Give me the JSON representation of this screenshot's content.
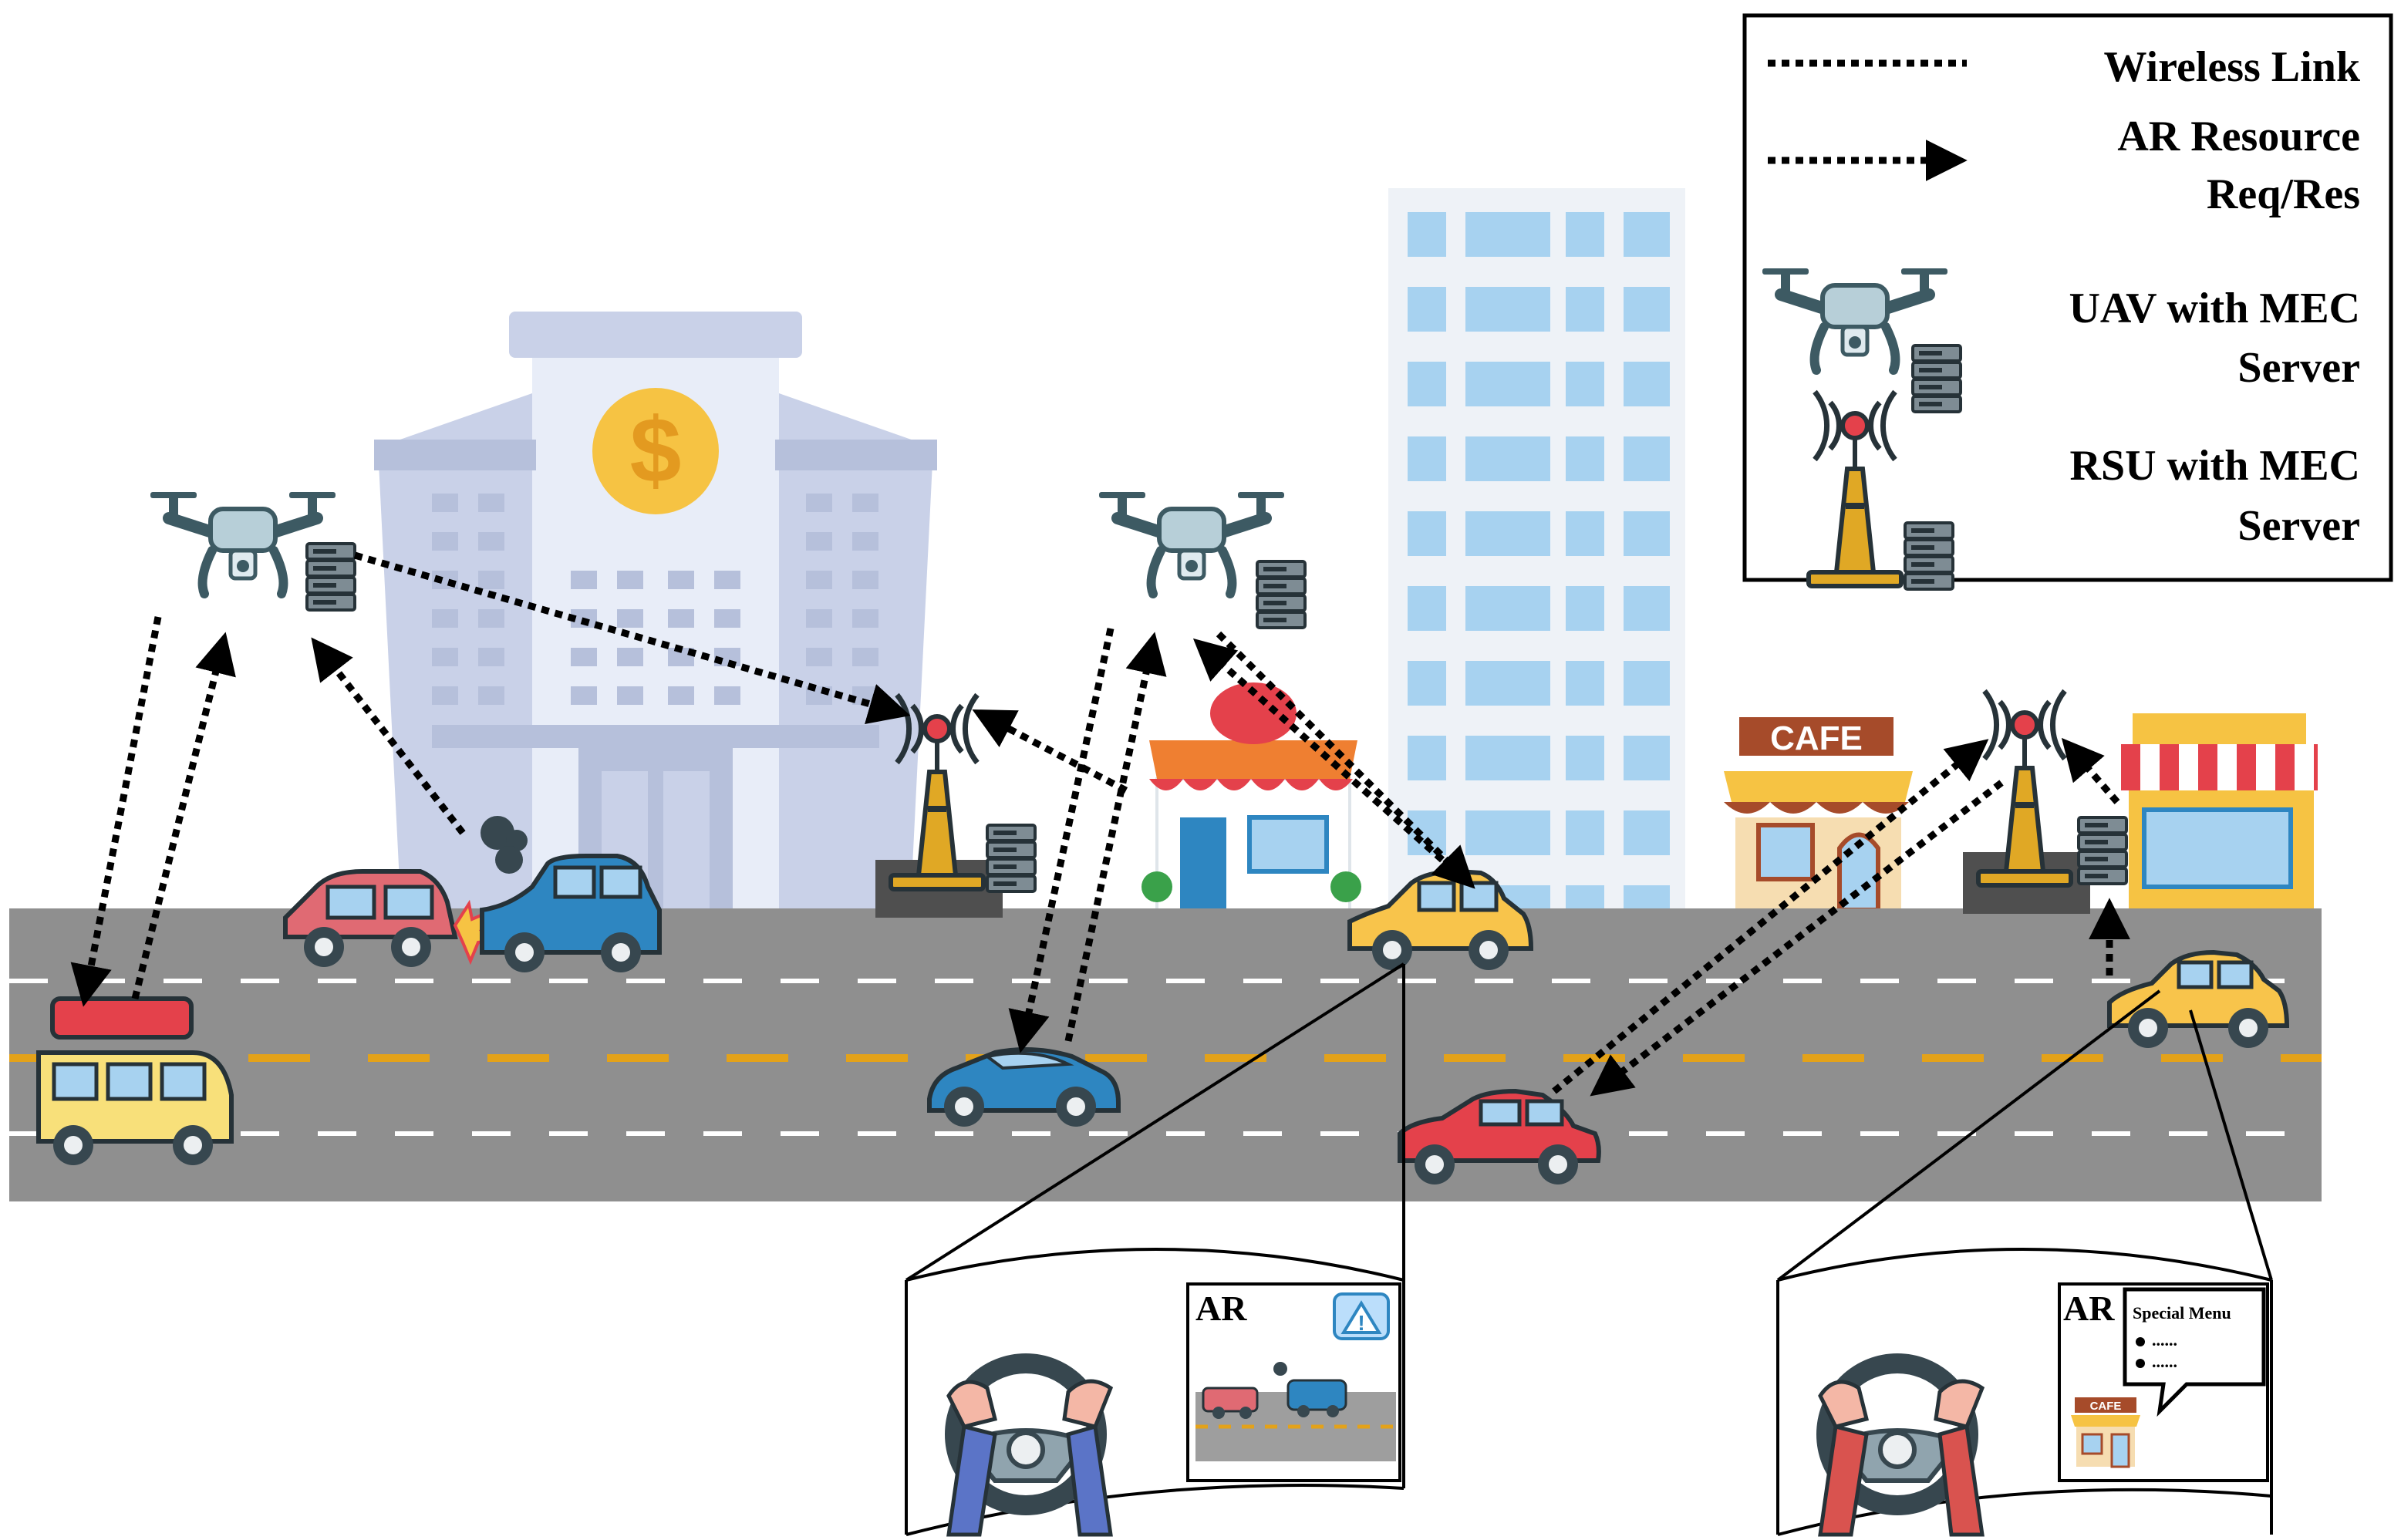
{
  "legend": {
    "wireless_link": "Wireless Link",
    "ar_resource_line1": "AR Resource",
    "ar_resource_line2": "Req/Res",
    "uav_line1": "UAV with MEC",
    "uav_line2": "Server",
    "rsu_line1": "RSU with MEC",
    "rsu_line2": "Server"
  },
  "signs": {
    "cafe": "CAFE",
    "dollar": "$"
  },
  "ar_views": {
    "left": {
      "label": "AR"
    },
    "right": {
      "label": "AR",
      "bubble_title": "Special Menu",
      "bubble_item1": "......",
      "bubble_item2": "......",
      "mini_sign": "CAFE"
    }
  },
  "colors": {
    "road": "#8f8f8f",
    "lane_white": "#ffffff",
    "lane_yellow": "#e3a21a",
    "building_bank": "#c9d1e8",
    "building_tower": "#e8edf5",
    "window_blue": "#a7d2f0",
    "car_yellow": "#f8c44b",
    "car_red": "#e4414b",
    "car_blue": "#2e86c1",
    "rsu_gold": "#e0a825",
    "drone_body": "#b7cfd8"
  }
}
